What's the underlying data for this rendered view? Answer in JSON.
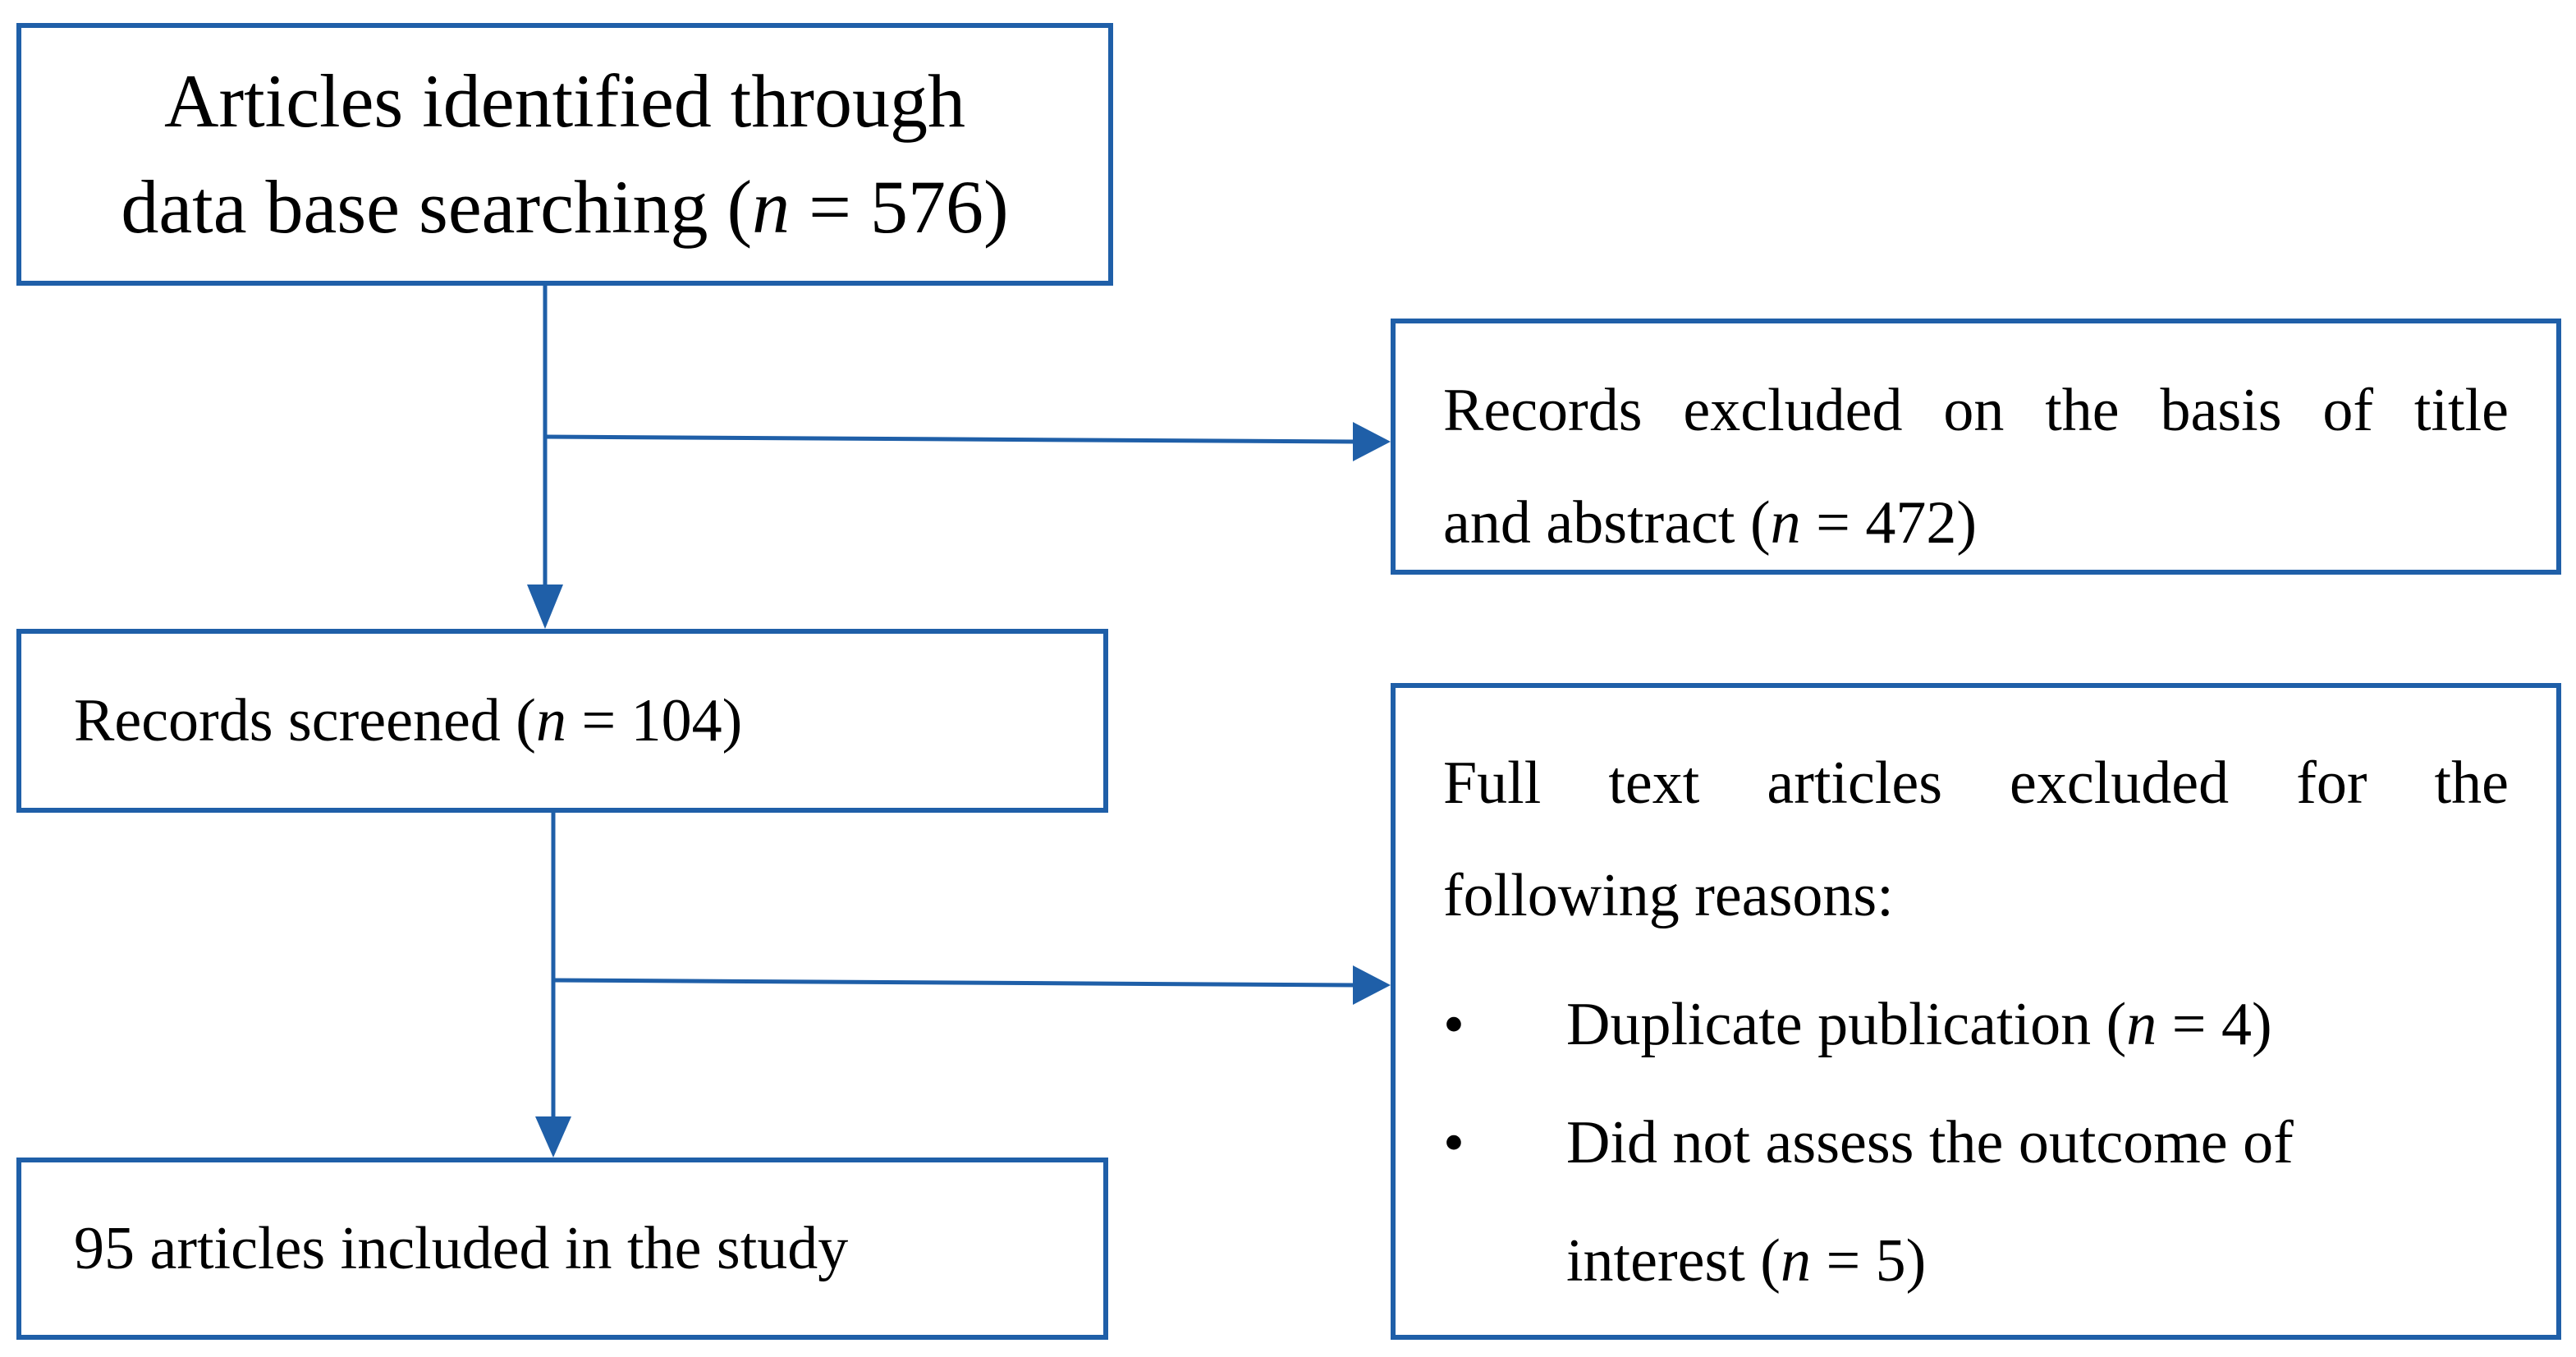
{
  "boxes": {
    "identified": {
      "line1": "Articles identified through",
      "line2_prefix": "data base searching (",
      "n_symbol": "n",
      "line2_suffix": " = 576)"
    },
    "excluded_title_abstract": {
      "w1": "Records",
      "w2": "excluded",
      "w3": "on",
      "w4": "the",
      "w5": "basis",
      "w6": "of",
      "w7": "title",
      "line2_prefix": "and abstract (",
      "n_symbol": "n",
      "line2_suffix": " = 472)"
    },
    "screened": {
      "prefix": "Records screened (",
      "n_symbol": "n",
      "suffix": " = 104)"
    },
    "excluded_full_text": {
      "w1": "Full",
      "w2": "text",
      "w3": "articles",
      "w4": "excluded",
      "w5": "for",
      "w6": "the",
      "intro_line2": "following reasons:",
      "bullets": [
        {
          "prefix": "Duplicate publication (",
          "n_symbol": "n",
          "suffix": " = 4)"
        },
        {
          "line1": "Did not assess the outcome of",
          "line2_prefix": "interest (",
          "n_symbol": "n",
          "line2_suffix": " = 5)"
        }
      ],
      "bullet_symbol": "•"
    },
    "included": {
      "text": "95 articles included in the study"
    }
  },
  "colors": {
    "border": "#1f5fa8",
    "connector": "#1f5fa8",
    "text": "#000000"
  }
}
